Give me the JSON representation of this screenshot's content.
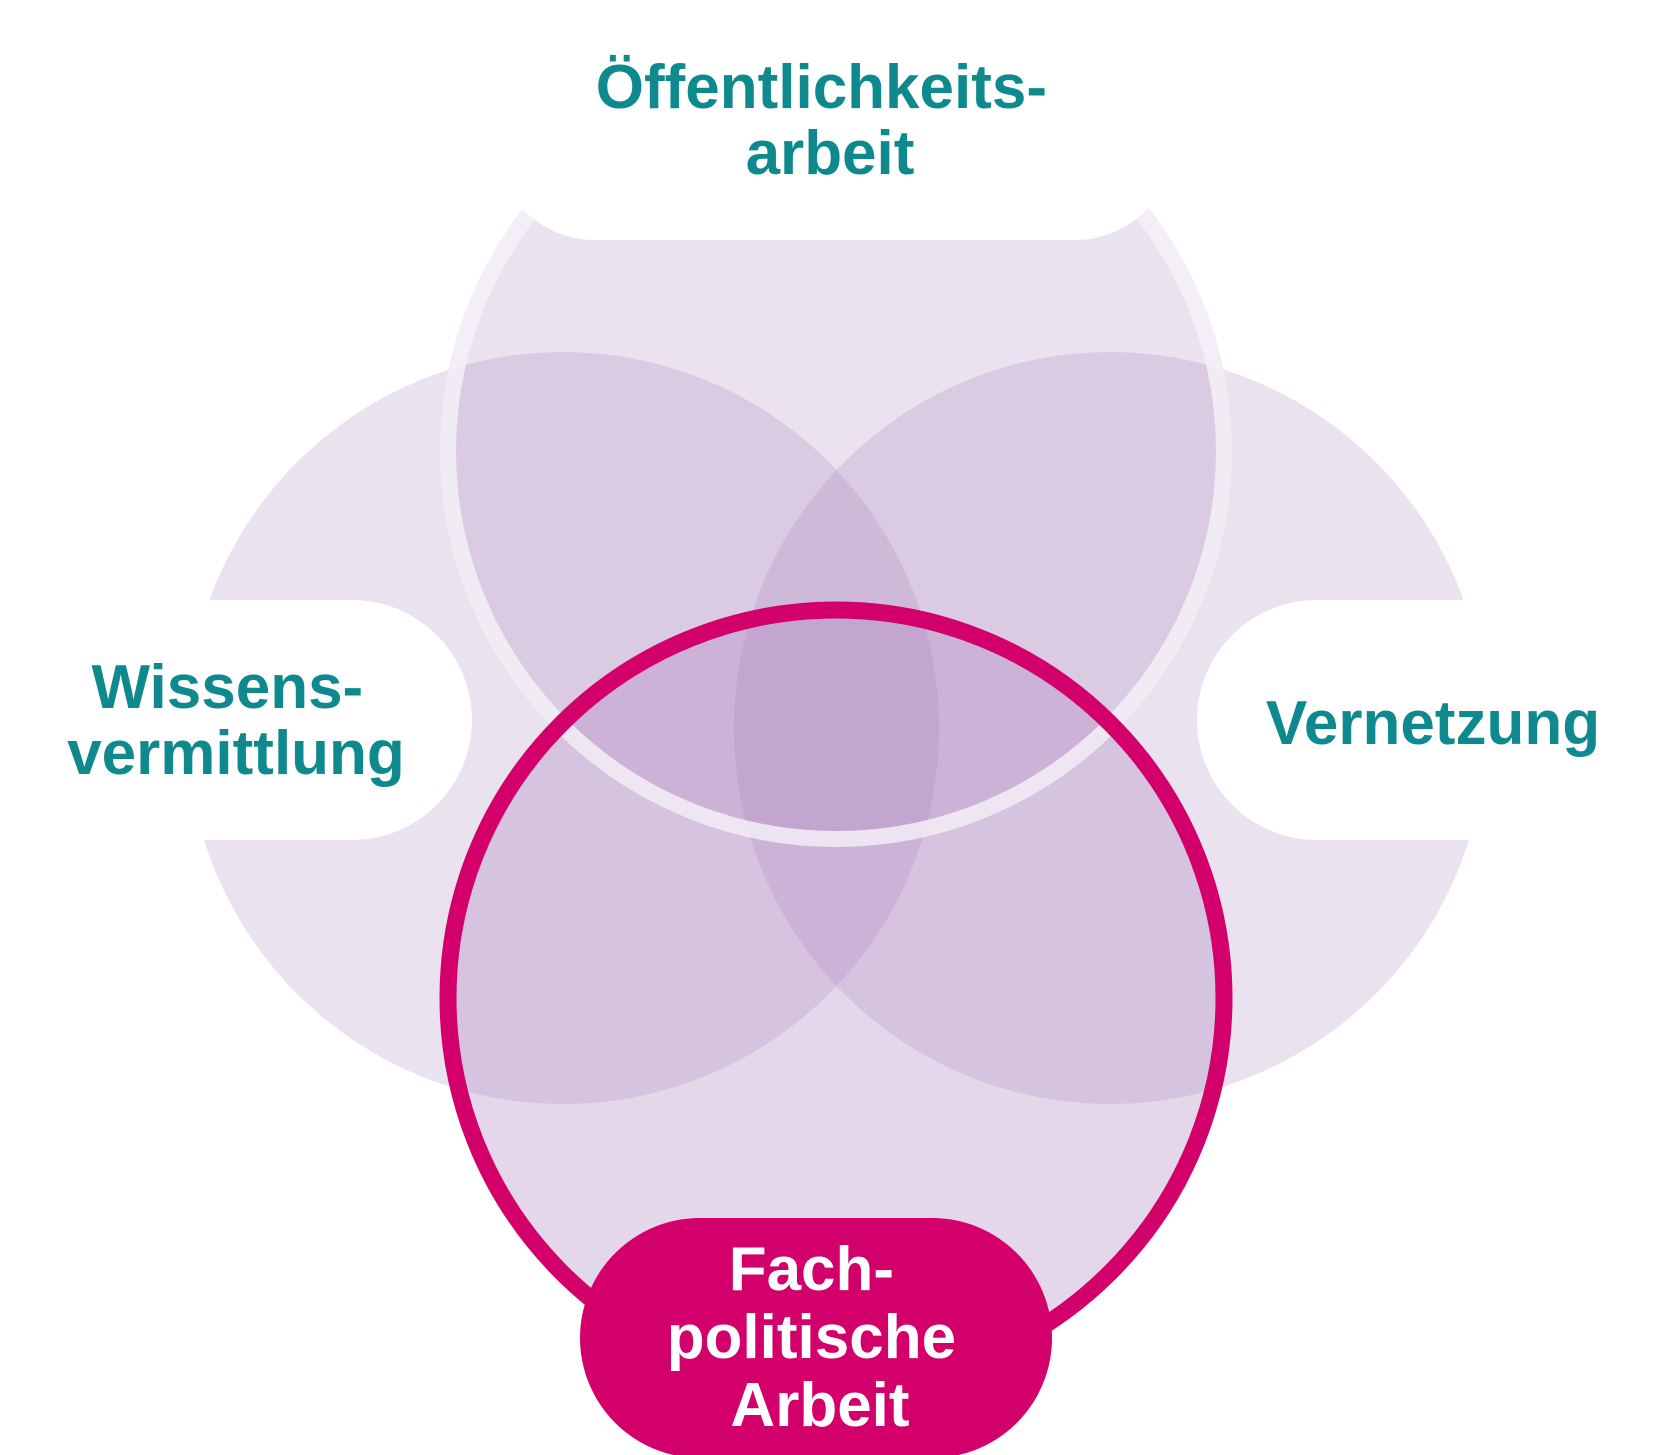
{
  "colors": {
    "background": "#ffffff",
    "circle_fill": "#a47ab8",
    "circle_highlight_fill": "#b285c2",
    "ring_light": "#f2ecf5",
    "accent_magenta": "#d3006b",
    "label_teal": "#0e8a8f",
    "label_on_accent": "#ffffff"
  },
  "labels": {
    "top": {
      "line1": "Öffentlichkeits-",
      "line2": "arbeit"
    },
    "left": {
      "line1": "Wissens-",
      "line2": "vermittlung"
    },
    "right": {
      "line1": "Vernetzung"
    },
    "bottom": {
      "line1": "Fach-",
      "line2": "politische",
      "line3": "Arbeit"
    }
  }
}
